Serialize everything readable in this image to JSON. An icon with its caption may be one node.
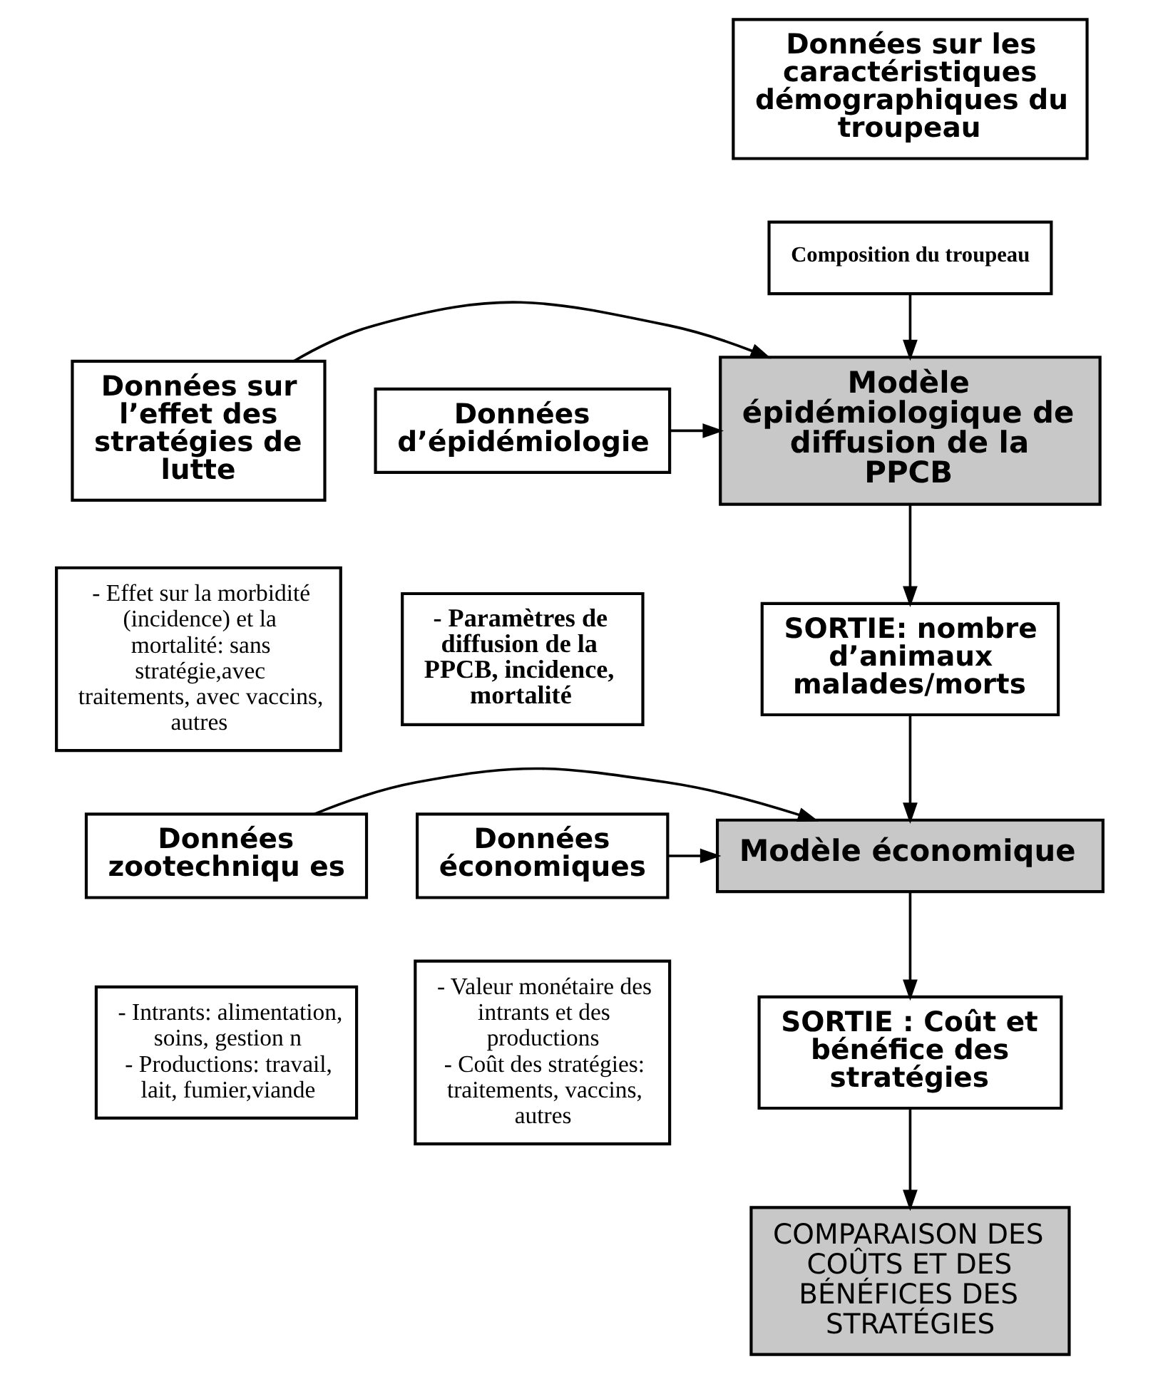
{
  "diagram": {
    "nodes": [
      {
        "text": [
          "Données sur les caractéristiques démographiques du troupeau"
        ]
      },
      {
        "text": [
          "Composition du troupeau"
        ]
      },
      {
        "text": [
          "Données sur l’effet des stratégies de lutte"
        ]
      },
      {
        "text": [
          "Modèle épidémiologique de diffusion de la PPCB"
        ]
      },
      {
        "text": [
          "Données d’épidémiologie"
        ]
      },
      {
        "text": [
          "- Effet sur la morbidité (incidence) et la mortalité: sans stratégie,avec traitements, avec vaccins, autres"
        ]
      },
      {
        "text": [
          "- Paramètres de diffusion de la PPCB, incidence, mortalité"
        ]
      },
      {
        "text": [
          "SORTIE: nombre d’animaux malades/morts"
        ]
      },
      {
        "text": [
          "Données zootechniqu es"
        ]
      },
      {
        "text": [
          "Modèle économique"
        ]
      },
      {
        "text": [
          "Données économiques"
        ]
      },
      {
        "text": [
          "- Intrants: alimentation, soins, gestion n",
          "- Productions: travail, lait, fumier,viande"
        ]
      },
      {
        "text": [
          "- Valeur monétaire des intrants et des productions",
          "- Coût des stratégies: traitements, vaccins, autres"
        ]
      },
      {
        "text": [
          "SORTIE : Coût et bénéfice des stratégies"
        ]
      },
      {
        "text": [
          "COMPARAISON DES COÛTS ET DES BÉNÉFICES DES STRATÉGIES"
        ]
      }
    ],
    "edges": [
      {
        "from": 1,
        "to": 3,
        "arrow": "to"
      },
      {
        "from": 2,
        "to": 3,
        "arrow": "to"
      },
      {
        "from": 4,
        "to": 3,
        "arrow": "to"
      },
      {
        "from": 3,
        "to": 7,
        "arrow": "to"
      },
      {
        "from": 7,
        "to": 9,
        "arrow": "to"
      },
      {
        "from": 8,
        "to": 9,
        "arrow": "to"
      },
      {
        "from": 10,
        "to": 9,
        "arrow": "to"
      },
      {
        "from": 9,
        "to": 13,
        "arrow": "to"
      },
      {
        "from": 13,
        "to": 14,
        "arrow": "to"
      }
    ]
  }
}
